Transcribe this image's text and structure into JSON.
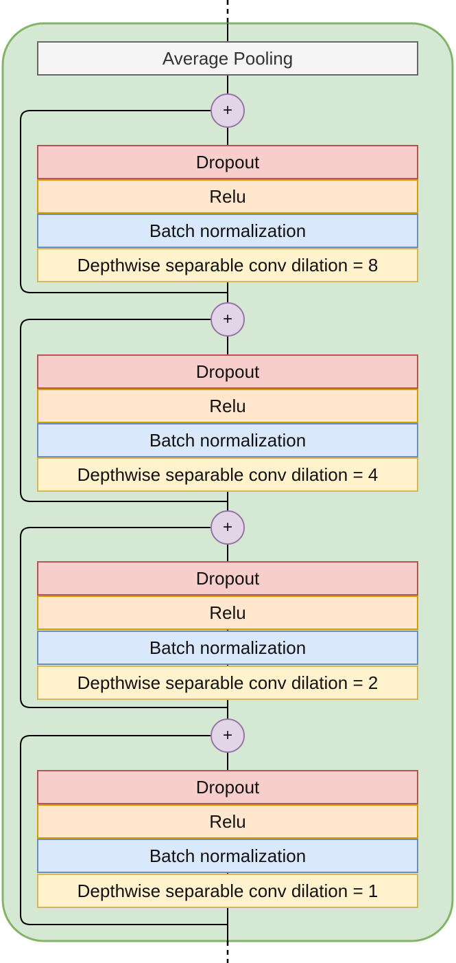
{
  "colors": {
    "container_fill": "#d5e8d4",
    "container_stroke": "#82b366",
    "pool_fill": "#f5f5f5",
    "pool_stroke": "#666666",
    "dropout_fill": "#f8cecc",
    "dropout_stroke": "#b85450",
    "relu_fill": "#ffe6cc",
    "relu_stroke": "#d79b00",
    "bn_fill": "#dae8fc",
    "bn_stroke": "#6c8ebf",
    "conv_fill": "#fff2cc",
    "conv_stroke": "#d6b656",
    "add_fill": "#e1d5e7",
    "add_stroke": "#9673a6"
  },
  "pooling": {
    "label": "Average Pooling"
  },
  "blocks": [
    {
      "add_symbol": "+",
      "layers": [
        "Dropout",
        "Relu",
        "Batch normalization",
        "Depthwise separable conv dilation = 8"
      ]
    },
    {
      "add_symbol": "+",
      "layers": [
        "Dropout",
        "Relu",
        "Batch normalization",
        "Depthwise separable conv dilation = 4"
      ]
    },
    {
      "add_symbol": "+",
      "layers": [
        "Dropout",
        "Relu",
        "Batch normalization",
        "Depthwise separable conv dilation = 2"
      ]
    },
    {
      "add_symbol": "+",
      "layers": [
        "Dropout",
        "Relu",
        "Batch normalization",
        "Depthwise separable conv dilation = 1"
      ]
    }
  ]
}
